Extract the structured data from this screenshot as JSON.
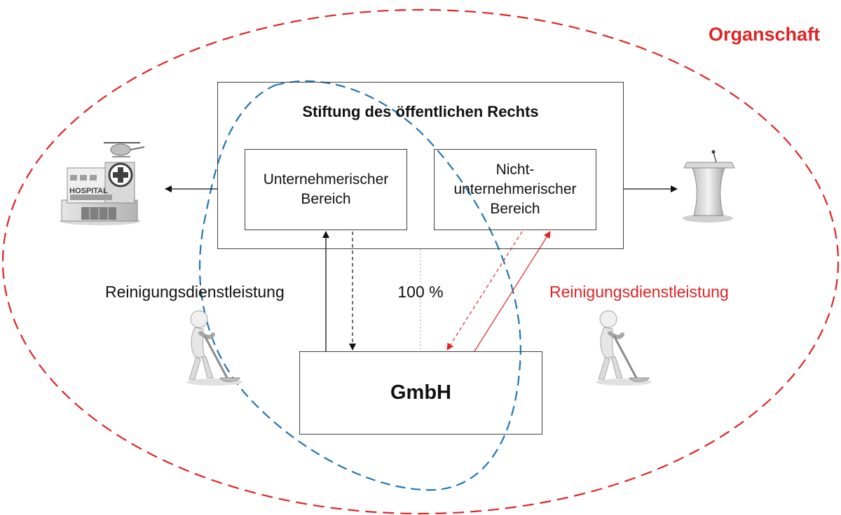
{
  "diagram": {
    "outer_label": "Organschaft",
    "stiftung_title": "Stiftung des öffentlichen Rechts",
    "box_unternehmerisch": [
      "Unternehmerischer",
      "Bereich"
    ],
    "box_nicht_unternehmerisch": [
      "Nicht-",
      "unternehmerischer",
      "Bereich"
    ],
    "gmbh": "GmbH",
    "left_service_label": "Reinigungsdienstleistung",
    "right_service_label": "Reinigungsdienstleistung",
    "ownership_percent": "100 %",
    "hospital_sign": "HOSPITAL"
  },
  "colors": {
    "organschaft_red": "#e02424",
    "blue_boundary": "#1f77b4",
    "box_border": "#404040",
    "text_black": "#111111"
  },
  "icons": [
    "hospital-icon",
    "lectern-icon",
    "cleaning-person-icon"
  ]
}
